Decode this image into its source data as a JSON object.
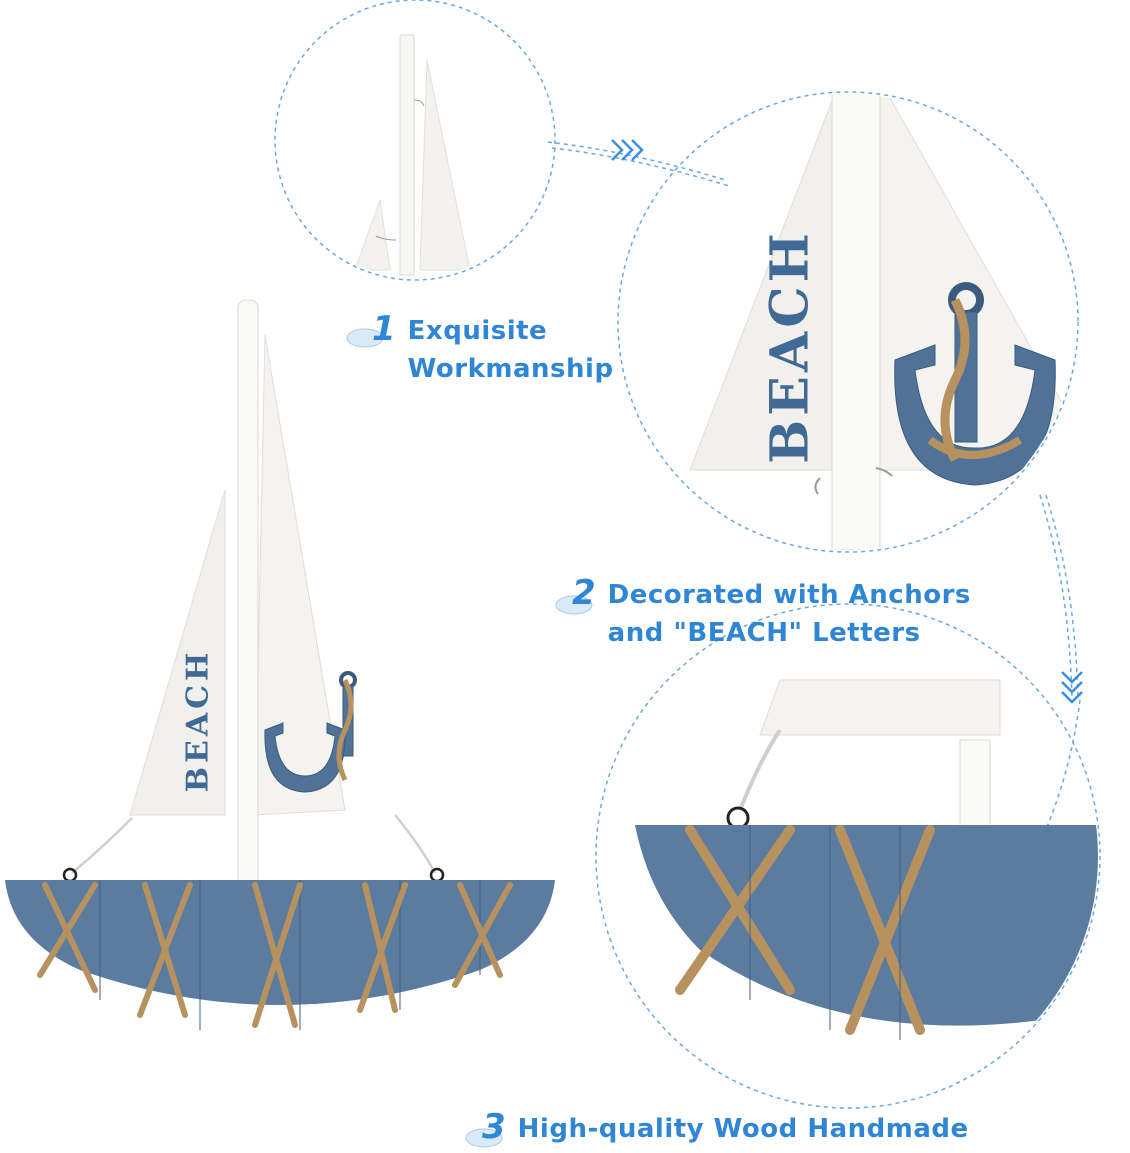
{
  "features": [
    {
      "number": "1",
      "lines": [
        "Exquisite",
        "Workmanship"
      ]
    },
    {
      "number": "2",
      "lines": [
        "Decorated with Anchors",
        "and \"BEACH\" Letters"
      ]
    },
    {
      "number": "3",
      "lines": [
        "High-quality Wood Handmade"
      ]
    }
  ],
  "product": {
    "sail_text": "BEACH",
    "sail_text_zoom": "BEACH"
  },
  "colors": {
    "accent": "#2f86d6",
    "hull": "#5b7c9f",
    "sail": "#f3f2ee",
    "rope": "#b8925e",
    "dashed": "#6aa9e0"
  },
  "icons": [
    "cloud-icon",
    "chevron-arrow-icon",
    "anchor-icon"
  ]
}
